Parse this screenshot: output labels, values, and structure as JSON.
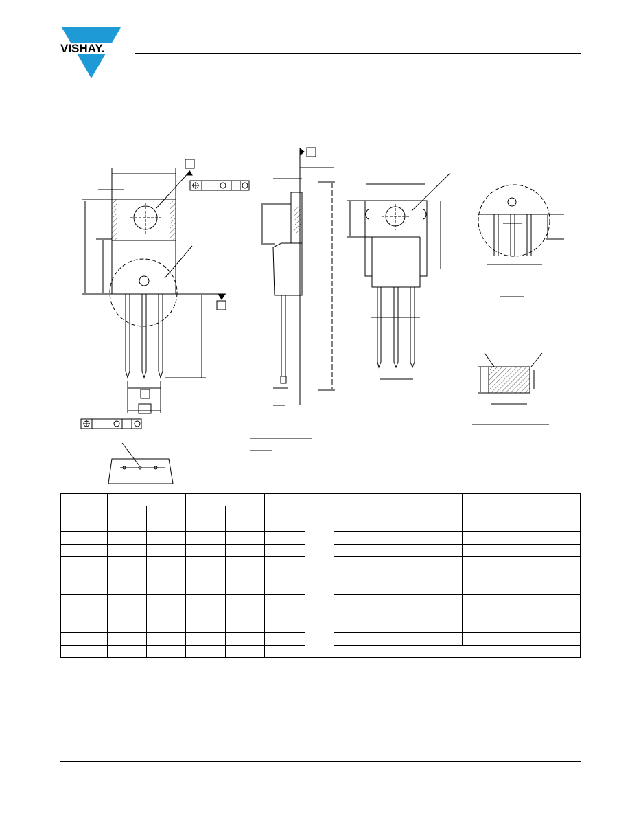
{
  "header": {
    "logo_text": "VISHAY.",
    "brand_color": "#1e9bd7",
    "logo_text_color": "#000000"
  },
  "drawing": {
    "leader_colors": {
      "outline": "#000000",
      "hatch": "#555555"
    }
  },
  "dimension_table": {
    "left_rows": 12,
    "right_rows": 12,
    "note": "Table grid shown without legible text"
  },
  "footer": {
    "link_color": "#2b5fd9"
  }
}
